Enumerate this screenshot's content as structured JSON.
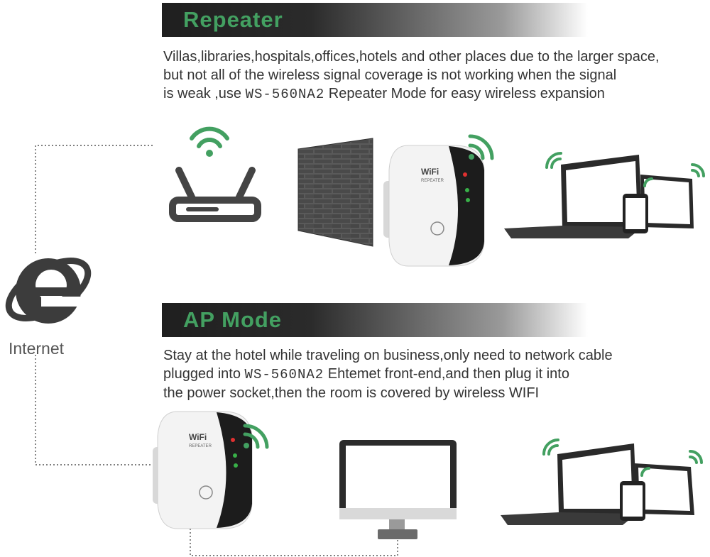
{
  "repeater": {
    "title": "Repeater",
    "description_line1": "Villas,libraries,hospitals,offices,hotels and other places due to the larger space,",
    "description_line2": "but not all of the wireless signal coverage is not working when the signal",
    "description_line3_pre": "is weak ,use ",
    "description_line3_model": "WS-560NA2",
    "description_line3_post": " Repeater Mode  for easy wireless expansion"
  },
  "ap_mode": {
    "title": "AP  Mode",
    "description_line1": "Stay at the hotel while traveling on business,only need to network cable",
    "description_line2_pre": "plugged into ",
    "description_line2_model": "WS-560NA2",
    "description_line2_post": " Ehtemet front-end,and then plug it into",
    "description_line3": "the power socket,then the room is covered by wireless WIFI"
  },
  "internet": {
    "label": "Internet",
    "icon": "ie-browser-icon"
  },
  "device": {
    "brand_text": "WiFi",
    "model_text": "REPEATER"
  },
  "colors": {
    "accent_green": "#43a061",
    "banner_dark": "#1f1f1f",
    "text": "#333333",
    "icon_dark": "#3e3e3e"
  }
}
